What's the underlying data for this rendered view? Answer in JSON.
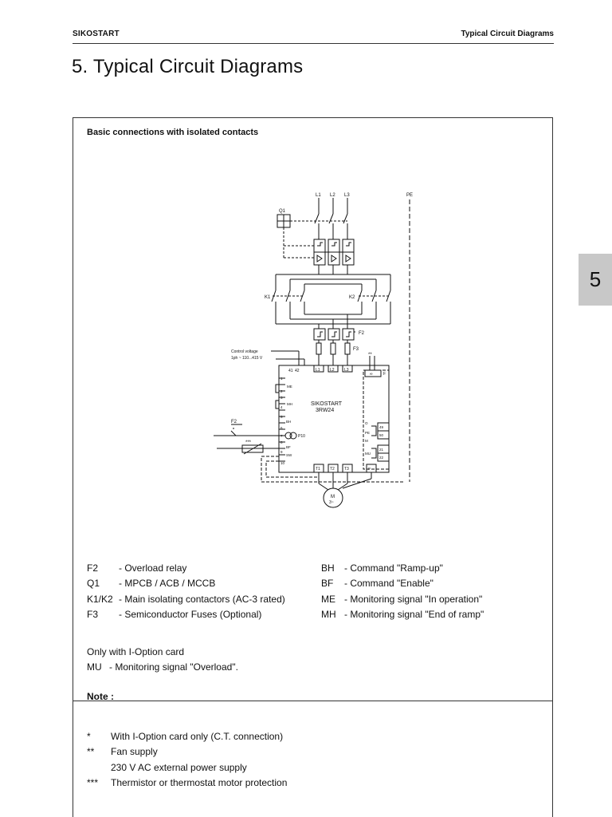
{
  "header": {
    "left": "SIKOSTART",
    "right": "Typical Circuit Diagrams"
  },
  "page_title": "5. Typical Circuit Diagrams",
  "side_tab": "5",
  "box": {
    "title": "Basic connections with isolated contacts"
  },
  "diagram": {
    "phases": [
      "L1",
      "L2",
      "L3"
    ],
    "pe": "PE",
    "q1": "Q1",
    "k1": "K1",
    "k2": "K2",
    "f2": "F2",
    "f3": "F3",
    "control_voltage_line1": "Control voltage",
    "control_voltage_line2": "1ph ~ 110...415 V",
    "device_name": "SIKOSTART",
    "device_model": "3RW24",
    "supply_terminals": [
      "41",
      "42"
    ],
    "output_terminals": [
      "T1",
      "T2",
      "T3"
    ],
    "input_terminals": [
      "L1",
      "L2",
      "L3"
    ],
    "left_terminals": [
      "1",
      "2",
      "ME",
      "3",
      "4",
      "MH",
      "5",
      "BH",
      "6",
      "7",
      "8",
      "BF",
      "9",
      "SW",
      "10"
    ],
    "pt": "P10",
    "right_labels": [
      "O",
      "PE",
      "M",
      "MU",
      "P"
    ],
    "right_terminals": [
      "49",
      "50",
      "21",
      "22"
    ],
    "fan_label": "F",
    "stars2": "**",
    "stars3": "***",
    "f2_contact": "F2",
    "motor_label": "M",
    "motor_sub": "3~"
  },
  "legend_left": [
    {
      "key": "F2",
      "text": "- Overload relay"
    },
    {
      "key": "Q1",
      "text": "- MPCB / ACB / MCCB"
    },
    {
      "key": "K1/K2",
      "text": "- Main isolating contactors (AC-3 rated)"
    },
    {
      "key": "F3",
      "text": "- Semiconductor Fuses (Optional)"
    }
  ],
  "legend_right": [
    {
      "key": "BH",
      "text": "- Command \"Ramp-up\""
    },
    {
      "key": "BF",
      "text": "- Command \"Enable\""
    },
    {
      "key": "ME",
      "text": "- Monitoring signal \"In operation\""
    },
    {
      "key": "MH",
      "text": "- Monitoring signal \"End of ramp\""
    }
  ],
  "option_card": {
    "line1": "Only with I-Option card",
    "key": "MU",
    "text": "- Monitoring signal \"Overload\"."
  },
  "note": {
    "title": "Note :",
    "items": [
      {
        "key": "*",
        "text": "With I-Option card only (C.T. connection)"
      },
      {
        "key": "**",
        "text": "Fan supply"
      },
      {
        "key": "",
        "text": "230 V AC external power supply"
      },
      {
        "key": "***",
        "text": "Thermistor or thermostat motor protection"
      }
    ]
  }
}
